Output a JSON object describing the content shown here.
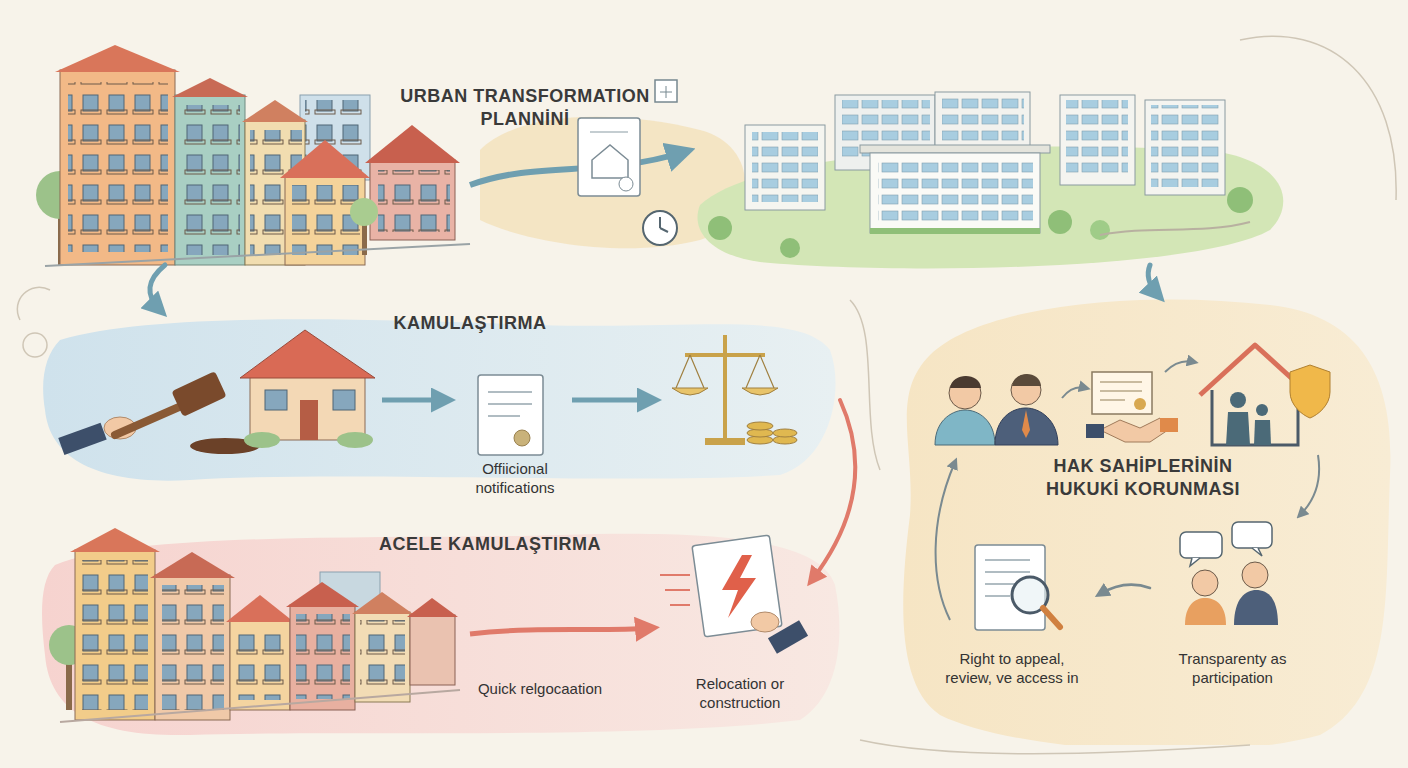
{
  "diagram": {
    "nodes": [
      {
        "text": [
          "URBAN TRANSFORMATION PLANNİNİ"
        ]
      },
      {
        "text": [
          "KAMULAŞTIRMA"
        ]
      },
      {
        "text": [
          "Offiicional notifications"
        ],
        "in": 1
      },
      {
        "text": [
          "ACELE KAMULAŞTIRMA"
        ]
      },
      {
        "text": [
          "Relocation or construction"
        ],
        "in": 3
      },
      {
        "text": [
          "HAK SAHİPLERİNİN HUKUKİ KORUNMASI"
        ]
      },
      {
        "text": [
          "Right to appeal, review, ve access in"
        ],
        "in": 5
      },
      {
        "text": [
          "Transparenty as participation"
        ],
        "in": 5
      }
    ],
    "edges": [
      {
        "from": 0,
        "to": 1,
        "arrow": "to"
      },
      {
        "from": 0,
        "to": 5,
        "arrow": "to"
      },
      {
        "from": 1,
        "to": 4,
        "arrow": "to"
      },
      {
        "from": 7,
        "to": 6,
        "arrow": "to"
      }
    ],
    "labels": [
      "Quick relgocaation"
    ]
  }
}
